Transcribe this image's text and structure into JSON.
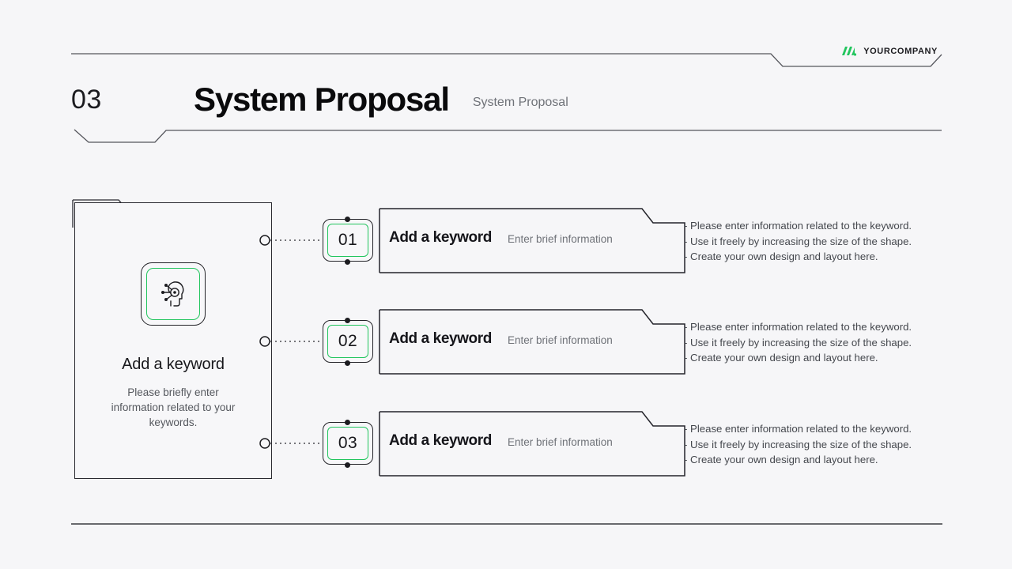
{
  "theme": {
    "background": "#f6f6f8",
    "accent_green": "#22c55e",
    "ink": "#1b1b1f",
    "muted": "#6f7278"
  },
  "brand": {
    "name": "YOURCOMPANY",
    "logo_icon": "green-leaf-logo-icon"
  },
  "header": {
    "section_number": "03",
    "title": "System Proposal",
    "subtitle": "System Proposal"
  },
  "left_panel": {
    "icon": "ai-head-circuit-icon",
    "title": "Add a keyword",
    "description": "Please briefly enter information related to your keywords."
  },
  "rows": [
    {
      "number": "01",
      "label": "Add a keyword",
      "subtitle": "Enter brief information",
      "bullets": [
        "- Please enter information related to the keyword.",
        "- Use it freely by increasing the size of the shape.",
        "- Create your own design and layout here."
      ]
    },
    {
      "number": "02",
      "label": "Add a keyword",
      "subtitle": "Enter brief information",
      "bullets": [
        "- Please enter information related to the keyword.",
        "- Use it freely by increasing the size of the shape.",
        "- Create your own design and layout here."
      ]
    },
    {
      "number": "03",
      "label": "Add a keyword",
      "subtitle": "Enter brief information",
      "bullets": [
        "- Please enter information related to the keyword.",
        "- Use it freely by increasing the size of the shape.",
        "- Create your own design and layout here."
      ]
    }
  ]
}
